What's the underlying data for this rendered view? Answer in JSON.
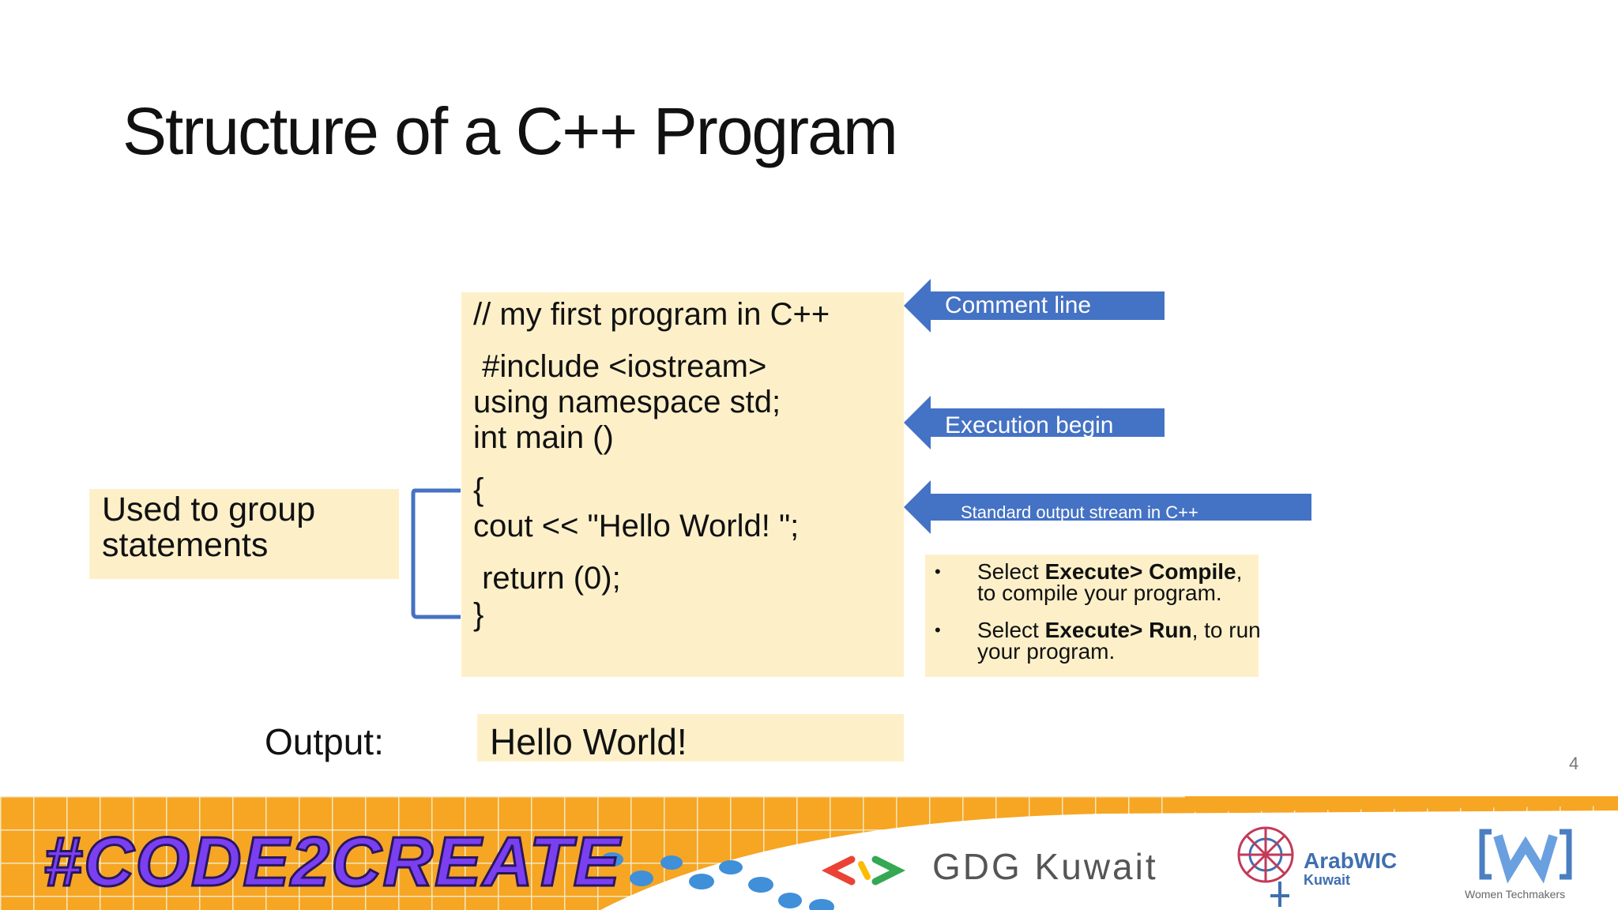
{
  "slide": {
    "title": "Structure of a C++ Program",
    "page_number": "4"
  },
  "code": {
    "lines": [
      "// my first program in C++",
      " #include <iostream>",
      "using namespace std;",
      "int main ()",
      "{",
      "cout << \"Hello World! \";",
      " return (0);",
      "}"
    ]
  },
  "callouts": {
    "group": "Used to group statements",
    "comment": "Comment line",
    "execution": "Execution begin",
    "stream": "Standard output stream in C++"
  },
  "steps": [
    {
      "prefix": "Select ",
      "bold": "Execute> Compile",
      "suffix": ", to compile your program."
    },
    {
      "prefix": "Select ",
      "bold": "Execute> Run",
      "suffix": ", to run your program."
    }
  ],
  "output": {
    "label": "Output:",
    "value": "Hello World!"
  },
  "footer": {
    "hashtag": "#CODE2CREATE",
    "gdg": "GDG Kuwait",
    "arabwic": "ArabWIC",
    "arabwic_sub": "Kuwait",
    "wtm": "Women Techmakers"
  },
  "colors": {
    "callout_blue": "#4472c4",
    "box_yellow": "#fdf0c9",
    "footer_orange": "#f6a623"
  }
}
